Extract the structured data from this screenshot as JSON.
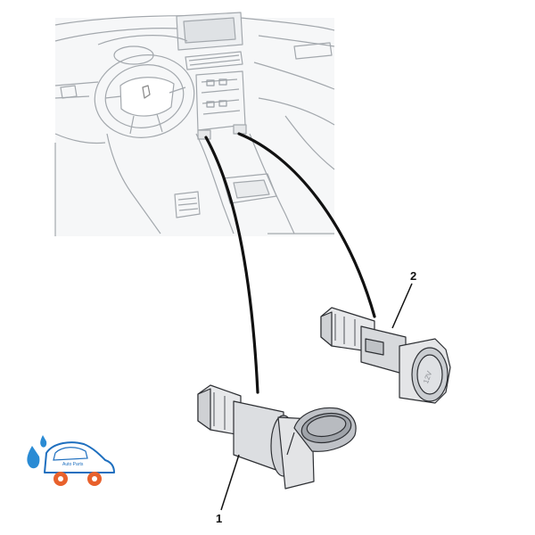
{
  "diagram": {
    "callouts": [
      {
        "id": "1",
        "label": "1"
      },
      {
        "id": "2",
        "label": "2"
      }
    ],
    "socket_cap_marking": "12V",
    "logo": {
      "text": "Auto Parts",
      "colors": {
        "body": "#ffffff",
        "outline": "#1e6fbf",
        "wheels": "#e8612c",
        "drops": "#2a8bd4"
      }
    }
  },
  "colors": {
    "line": "#9aa0a6",
    "dark": "#111111",
    "part_fill": "#e9eaec",
    "part_shade": "#c9cbcf"
  }
}
